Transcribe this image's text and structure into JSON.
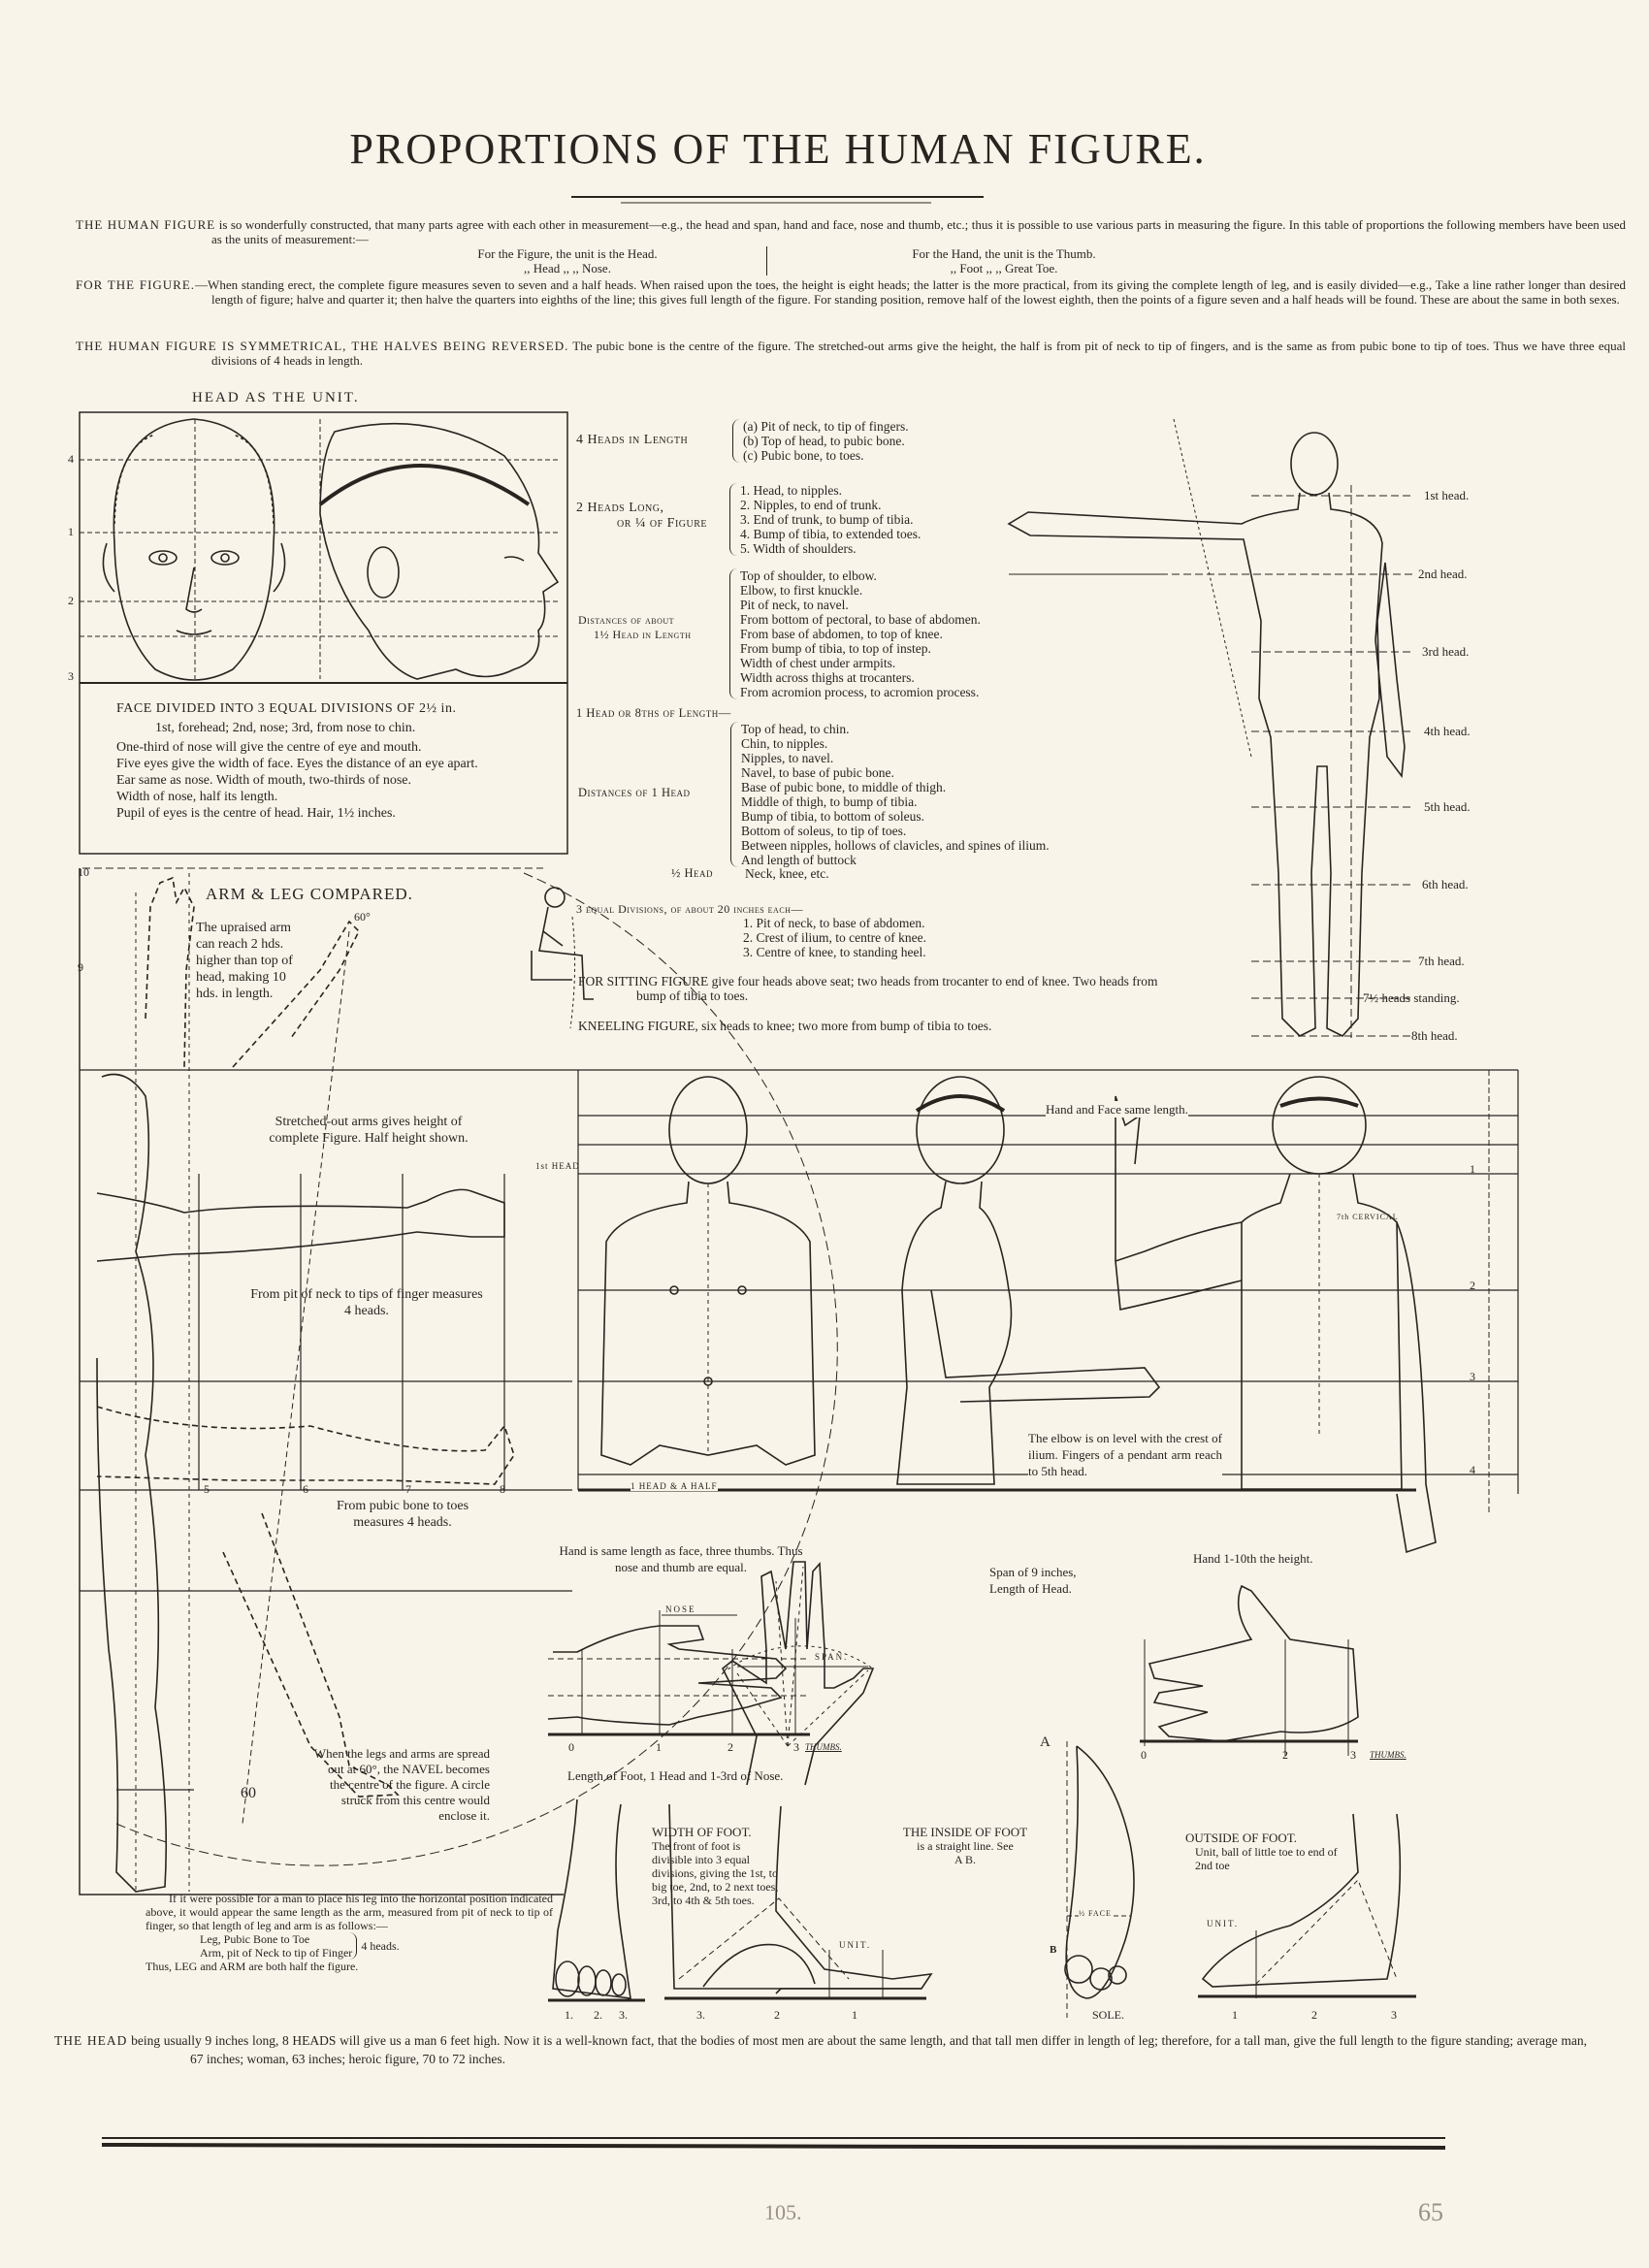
{
  "title": "PROPORTIONS OF THE HUMAN FIGURE.",
  "intro": {
    "p1_lead": "THE HUMAN FIGURE",
    "p1": "is so wonderfully constructed, that many parts agree with each other in measurement—e.g., the head and span, hand and face, nose and thumb, etc.; thus it is possible to use various parts in measuring the figure. In this table of proportions the following members have been used as the units of measurement:—",
    "units": [
      "For the Figure, the unit is the Head.",
      ",,   Head   ,,   ,,   Nose.",
      "For the Hand, the unit is the Thumb.",
      ",,   Foot   ,,   ,,   Great Toe."
    ],
    "p2_lead": "FOR THE FIGURE.",
    "p2": "—When standing erect, the complete figure measures seven to seven and a half heads. When raised upon the toes, the height is eight heads; the latter is the more practical, from its giving the complete length of leg, and is easily divided—e.g., Take a line rather longer than desired length of figure; halve and quarter it; then halve the quarters into eighths of the line; this gives full length of the figure. For standing position, remove half of the lowest eighth, then the points of a figure seven and a half heads will be found. These are about the same in both sexes.",
    "p3_lead": "THE HUMAN FIGURE IS SYMMETRICAL, THE HALVES BEING REVERSED.",
    "p3": "The pubic bone is the centre of the figure. The stretched-out arms give the height, the half is from pit of neck to tip of fingers, and is the same as from pubic bone to tip of toes. Thus we have three equal divisions of 4 heads in length."
  },
  "head_unit": {
    "heading": "HEAD AS THE UNIT.",
    "scale": [
      "4",
      "1",
      "2",
      "3"
    ],
    "caption_title": "FACE DIVIDED INTO 3 EQUAL DIVISIONS OF 2½ in.",
    "caption_sub": "1st, forehead; 2nd, nose; 3rd, from nose to chin.",
    "notes": [
      "One-third of nose will give the centre of eye and mouth.",
      "Five eyes give the width of face. Eyes the distance of an eye apart.",
      "Ear same as nose. Width of mouth, two-thirds of nose.",
      "Width of nose, half its length.",
      "Pupil of eyes is the centre of head. Hair, 1½ inches."
    ]
  },
  "table": {
    "four_heads": {
      "label": "4 Heads in Length",
      "items": [
        "(a)  Pit of neck, to tip of fingers.",
        "(b)  Top of head, to pubic bone.",
        "(c)  Pubic bone, to toes."
      ]
    },
    "two_heads": {
      "label1": "2 Heads Long,",
      "label2": "or ¼ of Figure",
      "items": [
        "1.  Head, to nipples.",
        "2.  Nipples, to end of trunk.",
        "3.  End of trunk, to bump of tibia.",
        "4.  Bump of tibia, to extended toes.",
        "5.  Width of shoulders."
      ]
    },
    "one_half_head": {
      "label1": "Distances of about",
      "label2": "1½ Head in Length",
      "items": [
        "Top of shoulder, to elbow.",
        "Elbow, to first knuckle.",
        "Pit of neck, to navel.",
        "From bottom of pectoral, to base of abdomen.",
        "From base of abdomen, to top of knee.",
        "From bump of tibia, to top of instep.",
        "Width of chest under armpits.",
        "Width across thighs at trocanters.",
        "From acromion process, to acromion process."
      ]
    },
    "one_head_heading": "1 Head or 8ths of Length—",
    "one_head": {
      "label": "Distances of 1 Head",
      "items": [
        "Top of head, to chin.",
        "Chin, to nipples.",
        "Nipples, to navel.",
        "Navel, to base of pubic bone.",
        "Base of pubic bone, to middle of thigh.",
        "Middle of thigh, to bump of tibia.",
        "Bump of tibia, to bottom of soleus.",
        "Bottom of soleus, to tip of toes.",
        "Between nipples, hollows of clavicles, and spines of ilium.",
        "And length of buttock"
      ]
    },
    "half_head": {
      "label": "½ Head",
      "text": "Neck, knee, etc."
    },
    "three_div": {
      "heading": "3 equal Divisions, of about 20 inches each—",
      "items": [
        "1.  Pit of neck, to base of abdomen.",
        "2.  Crest of ilium, to centre of knee.",
        "3.  Centre of knee, to standing heel."
      ]
    },
    "sitting_lead": "FOR SITTING FIGURE",
    "sitting": "give four heads above seat; two heads from trocanter to end of knee. Two heads from bump of tibia to toes.",
    "kneeling_lead": "KNEELING FIGURE,",
    "kneeling": "six heads to knee; two more from bump of tibia to toes."
  },
  "standing_figure": {
    "labels": [
      "1st head.",
      "2nd head.",
      "3rd head.",
      "4th head.",
      "5th head.",
      "6th head.",
      "7th head.",
      "7½ heads standing.",
      "8th head."
    ]
  },
  "arm_leg": {
    "heading": "ARM & LEG COMPARED.",
    "angle": "60°",
    "scale": [
      "10",
      "9"
    ],
    "upraised": "The upraised arm can reach 2 hds. higher than top of head, making 10 hds. in length.",
    "stretched": "Stretched-out arms gives height of complete Figure. Half height shown.",
    "pit_neck": "From pit of neck to tips of finger measures 4 heads.",
    "pubic": "From pubic bone to toes measures 4 heads.",
    "marks": [
      "5",
      "6",
      "7",
      "8"
    ],
    "navel": "When the legs and arms are spread out at 60°, the NAVEL becomes the centre of the figure. A circle struck from this centre would enclose it.",
    "angle_low": "60",
    "leg_note": "If it were possible for a man to place his leg into the horizontal position indicated above, it would appear the same length as the arm, measured from pit of neck to tip of finger, so that length of leg and arm is as follows:—",
    "leg_line": "Leg, Pubic Bone to Toe",
    "arm_line": "Arm, pit of Neck to tip of Finger",
    "four_heads": "4 heads.",
    "conclusion": "Thus, LEG and ARM are both half the figure."
  },
  "torso_panel": {
    "first_head": "1st HEAD",
    "head_half": "1 HEAD & A HALF",
    "cervical": "7th CERVICAL",
    "hand_face": "Hand and Face same length.",
    "scale": [
      "1",
      "2",
      "3",
      "4"
    ],
    "elbow": "The elbow is on level with the crest of ilium. Fingers of a pendant arm reach to 5th head."
  },
  "hands": {
    "face_note": "Hand is same length as face, three thumbs. Thus nose and thumb are equal.",
    "nose": "NOSE",
    "ticks": [
      "0",
      "1",
      "2",
      "3"
    ],
    "thumbs": "THUMBS.",
    "span": "Span of 9 inches, Length of Head.",
    "span_label": "SPAN.",
    "tenth": "Hand 1-10th the height.",
    "foot_len": "Length of Foot, 1 Head and 1-3rd of Nose."
  },
  "feet": {
    "width_title": "WIDTH OF FOOT.",
    "width_text": "The front of foot is divisible into 3 equal divisions, giving the 1st, to big toe, 2nd, to 2 next toes, 3rd, to 4th & 5th toes.",
    "width_ticks": [
      "1.",
      "2.",
      "3."
    ],
    "inside_title": "THE INSIDE OF FOOT",
    "inside_text": "is a straight line. See A B.",
    "inside_ticks": [
      "3.",
      "2",
      "1"
    ],
    "unit": "UNIT.",
    "a": "A",
    "b": "B",
    "half_face": "½ FACE",
    "sole": "SOLE.",
    "outside_title": "OUTSIDE OF FOOT.",
    "outside_text": "Unit, ball of little toe to end of 2nd toe",
    "outside_ticks": [
      "1",
      "2",
      "3"
    ]
  },
  "footer": {
    "lead": "THE HEAD",
    "text": "being usually 9 inches long, 8 HEADS will give us a man 6 feet high. Now it is a well-known fact, that the bodies of most men are about the same length, and that tall men differ in length of leg; therefore, for a tall man, give the full length to the figure standing; average man, 67 inches; woman, 63 inches; heroic figure, 70 to 72 inches.",
    "page_center": "105.",
    "page_right": "65"
  },
  "colors": {
    "paper": "#f8f4ea",
    "ink": "#2a2420",
    "folio": "#9a9084"
  }
}
